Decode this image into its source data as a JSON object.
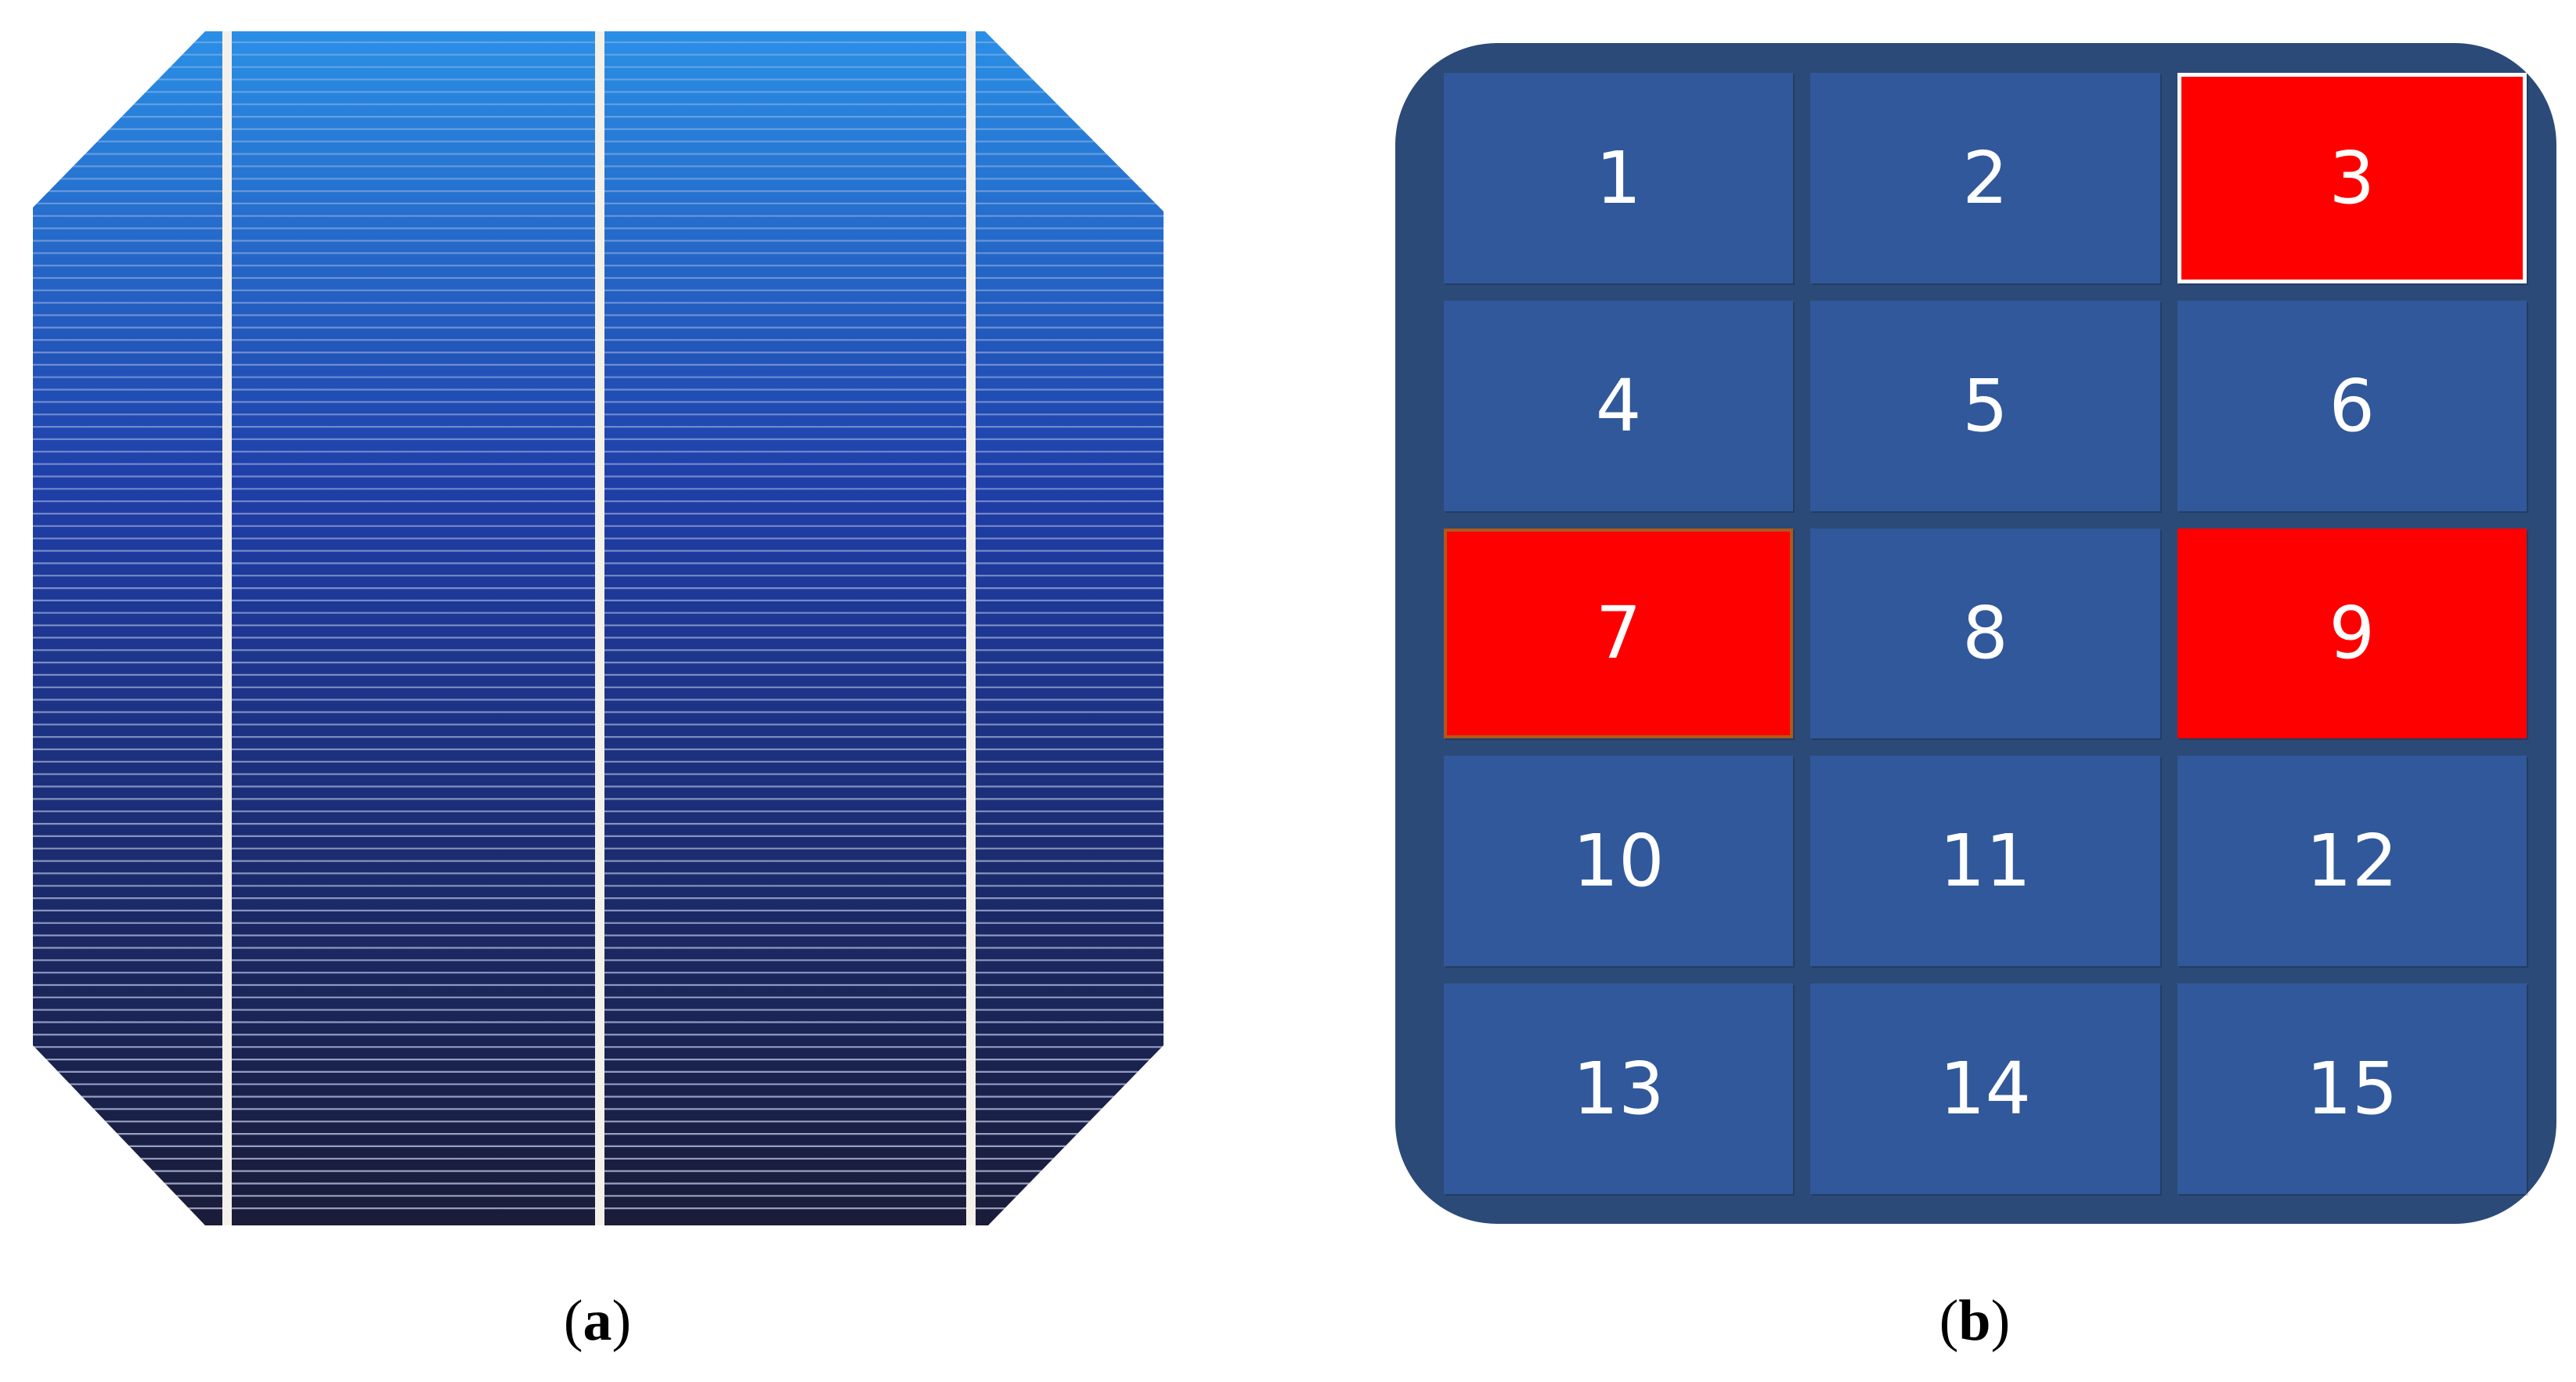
{
  "panel_a": {
    "caption": {
      "open": "(",
      "letter": "a",
      "close": ")"
    },
    "busbar_count": 3,
    "finger_count": 95,
    "colors": {
      "top": "#2a8fe6",
      "middle": "#1f3ea8",
      "lower": "#1b2a6a",
      "bottom": "#1a1c38",
      "busbar": "#f4f1ea",
      "finger": "#c8d2ee"
    }
  },
  "panel_b": {
    "caption": {
      "open": "(",
      "letter": "b",
      "close": ")"
    },
    "colors": {
      "panel": "#2c4a78",
      "tile": "#30589a",
      "highlight": "#ff0000",
      "text": "#ffffff"
    },
    "tiles": [
      {
        "label": "1",
        "highlighted": false
      },
      {
        "label": "2",
        "highlighted": false
      },
      {
        "label": "3",
        "highlighted": true,
        "outline": "white"
      },
      {
        "label": "4",
        "highlighted": false
      },
      {
        "label": "5",
        "highlighted": false
      },
      {
        "label": "6",
        "highlighted": false
      },
      {
        "label": "7",
        "highlighted": true,
        "outline": "brown"
      },
      {
        "label": "8",
        "highlighted": false
      },
      {
        "label": "9",
        "highlighted": true
      },
      {
        "label": "10",
        "highlighted": false
      },
      {
        "label": "11",
        "highlighted": false
      },
      {
        "label": "12",
        "highlighted": false
      },
      {
        "label": "13",
        "highlighted": false
      },
      {
        "label": "14",
        "highlighted": false
      },
      {
        "label": "15",
        "highlighted": false
      }
    ]
  }
}
